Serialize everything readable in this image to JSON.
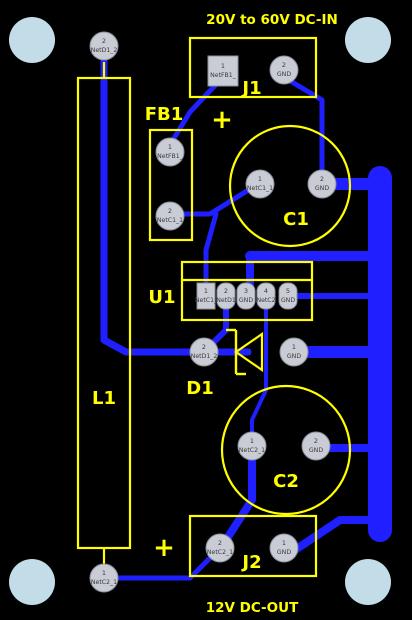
{
  "labels": {
    "header": "20V to 60V DC-IN",
    "footer": "12V DC-OUT",
    "j1": "J1",
    "j2": "J2",
    "fb1": "FB1",
    "c1": "C1",
    "c2": "C2",
    "u1": "U1",
    "d1": "D1",
    "l1": "L1",
    "plus_top": "+",
    "plus_bottom": "+"
  },
  "pads": {
    "l1_1": {
      "num": "1",
      "net": "NetC2_1"
    },
    "l1_2": {
      "num": "2",
      "net": "NetD1_2"
    },
    "j1_1": {
      "num": "1",
      "net": "NetFB1_"
    },
    "j1_2": {
      "num": "2",
      "net": "GND"
    },
    "fb1_1": {
      "num": "1",
      "net": "NetFB1_"
    },
    "fb1_2": {
      "num": "2",
      "net": "NetC1_1"
    },
    "c1_1": {
      "num": "1",
      "net": "NetC1_1"
    },
    "c1_2": {
      "num": "2",
      "net": "GND"
    },
    "u1_1": {
      "num": "1",
      "net": "NetC1_"
    },
    "u1_2": {
      "num": "2",
      "net": "NetD1"
    },
    "u1_3": {
      "num": "3",
      "net": "GND"
    },
    "u1_4": {
      "num": "4",
      "net": "NetC2"
    },
    "u1_5": {
      "num": "5",
      "net": "GND"
    },
    "d1_1": {
      "num": "1",
      "net": "GND"
    },
    "d1_2": {
      "num": "2",
      "net": "NetD1_2"
    },
    "c2_1": {
      "num": "1",
      "net": "NetC2_1"
    },
    "c2_2": {
      "num": "2",
      "net": "GND"
    },
    "j2_1": {
      "num": "1",
      "net": "GND"
    },
    "j2_2": {
      "num": "2",
      "net": "NetC2_1"
    }
  },
  "colors": {
    "board": "#000000",
    "silkscreen": "#ffff00",
    "copper": "#1f1fff",
    "pad": "#c9ccd4",
    "mounting_hole": "#c3dde8"
  }
}
